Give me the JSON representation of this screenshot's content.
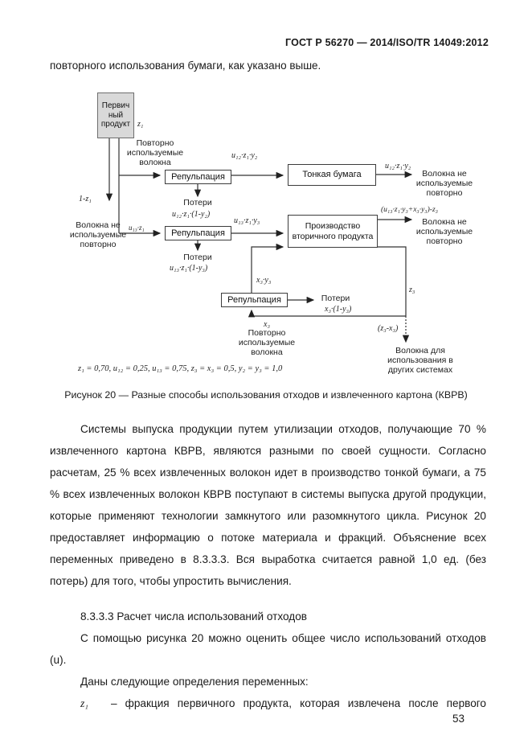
{
  "page": {
    "header": "ГОСТ Р 56270 — 2014/ISO/TR 14049:2012",
    "intro_line": "повторного использования бумаги, как указано выше.",
    "page_number": "53"
  },
  "figure": {
    "caption": "Рисунок 20 — Разные способы использования отходов и извлеченного картона (КВРВ)",
    "params_line": "z₁ = 0,70, u₁₂ = 0,25, u₁₃ = 0,75, z₃ = x₃ = 0,5, y₂ = y₃ = 1,0",
    "boxes": {
      "primary": "Первич ный продукт",
      "repulp1": "Репульпация",
      "repulp2": "Репульпация",
      "repulp3": "Репульпация",
      "fine_paper": "Тонкая бумага",
      "secondary": "Производство вторичного продукта"
    },
    "labels": {
      "z1": "z₁",
      "one_minus_z1": "1-z₁",
      "u12z1y2_a": "u₁₂·z₁·y₂",
      "u12z1y2_b": "u₁₂·z₁·y₂",
      "u12_loss": "u₁₂·z₁·(1-y₂)",
      "u13z1": "u₁₃·z₁",
      "u13z1y3": "u₁₃·z₁·y₃",
      "u13_loss": "u₁₃·z₁·(1-y₃)",
      "sum_out": "(u₁₃·z₁·y₃+x₃·y₃)-z₃",
      "x3y3": "x₃·y₃",
      "x3_loss": "x₃·(1-y₃)",
      "z3": "z₃",
      "z3_minus_x3": "(z₃-x₃)",
      "x3": "x₃"
    },
    "texts": {
      "reused_fibers_top": "Повторно используемые волокна",
      "not_reused_left": "Волокна не используемые повторно",
      "not_reused_right1": "Волокна не используемые повторно",
      "not_reused_right2": "Волокна не используемые повторно",
      "losses1": "Потери",
      "losses2": "Потери",
      "losses3": "Потери",
      "reused_fibers_bottom": "Повторно используемые волокна",
      "other_systems": "Волокна для использования в других системах"
    }
  },
  "body": {
    "p1": "Системы выпуска продукции путем утилизации отходов, получающие 70 % извлеченного картона КВРВ, являются разными по своей сущности. Согласно расчетам, 25 % всех извлеченных волокон идет в производство тонкой бумаги, а 75 % всех извлеченных волокон КВРВ поступают в системы выпуска другой продукции, которые применяют технологии замкнутого или разомкнутого цикла. Рисунок 20 предоставляет информацию о потоке материала и фракций. Объяснение всех переменных приведено в 8.3.3.3. Вся выработка считается равной 1,0 ед. (без потерь) для того, чтобы упростить вычисления.",
    "h1": "8.3.3.3  Расчет числа использований отходов",
    "p2": "С помощью рисунка 20 можно оценить общее число использований отходов (u).",
    "p3": "Даны следующие определения переменных:",
    "def_var": "z₁",
    "def_text": "– фракция первичного продукта, которая извлечена после первого"
  }
}
